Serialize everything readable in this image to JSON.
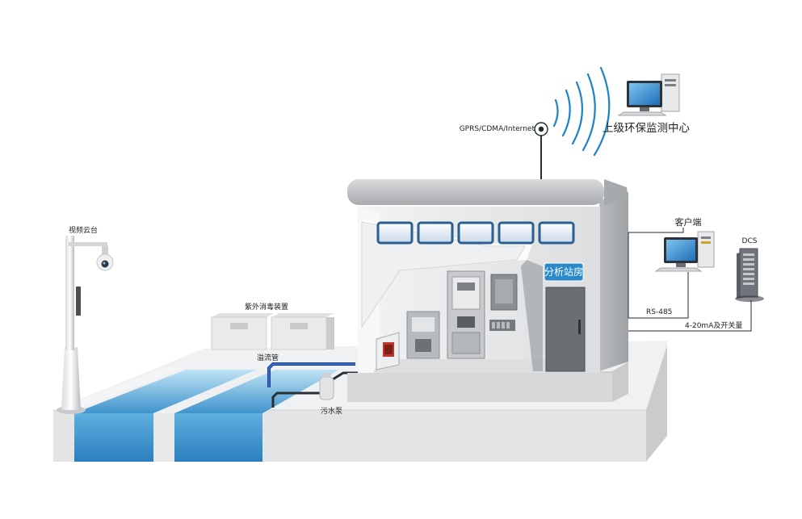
{
  "labels": {
    "network": "GPRS/CDMA/Internet",
    "center": "上级环保监测中心",
    "camera": "视频云台",
    "uv": "紫外消毒装置",
    "overflow": "溢流管",
    "pump": "污水泵",
    "station": "分析站房",
    "client": "客户端",
    "dcs": "DCS",
    "rs485": "RS-485",
    "analog": "4-20mA及开关量"
  },
  "colors": {
    "water": "#4fa3d6",
    "accent": "#2a89c8",
    "building": "#e9eaeb",
    "roof": "#c9cbcd",
    "line": "#1f2a33"
  }
}
